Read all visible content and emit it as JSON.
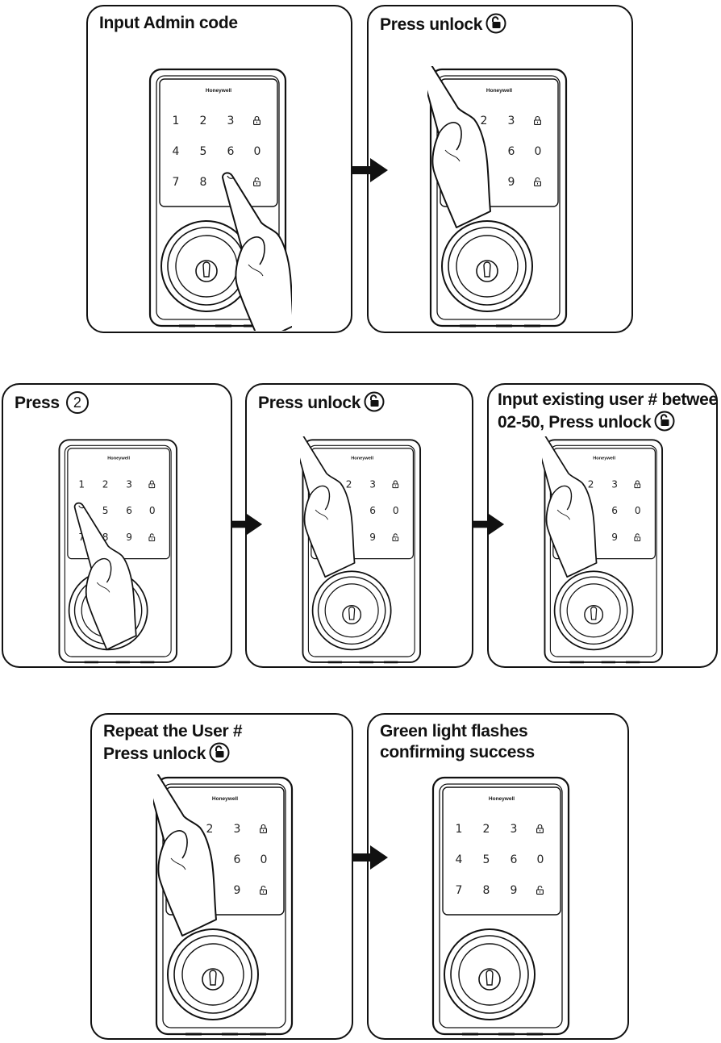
{
  "brand": "Honeywell",
  "keypad": {
    "rows": [
      [
        "1",
        "2",
        "3",
        "lock-icon"
      ],
      [
        "4",
        "5",
        "6",
        "0"
      ],
      [
        "7",
        "8",
        "9",
        "unlock-icon"
      ]
    ]
  },
  "steps": [
    {
      "lines": [
        "Input Admin code"
      ],
      "icon": null
    },
    {
      "lines": [
        "Press unlock"
      ],
      "icon": "unlock-icon"
    },
    {
      "lines": [
        "Press"
      ],
      "icon": "circled-2",
      "circled": "2"
    },
    {
      "lines": [
        "Press unlock"
      ],
      "icon": "unlock-icon"
    },
    {
      "lines": [
        "Input existing user # between",
        "02-50, Press unlock"
      ],
      "icon": "unlock-icon"
    },
    {
      "lines": [
        "Repeat the User #",
        "Press unlock"
      ],
      "icon": "unlock-icon"
    },
    {
      "lines": [
        "Green light flashes",
        "confirming success"
      ],
      "icon": null
    }
  ]
}
